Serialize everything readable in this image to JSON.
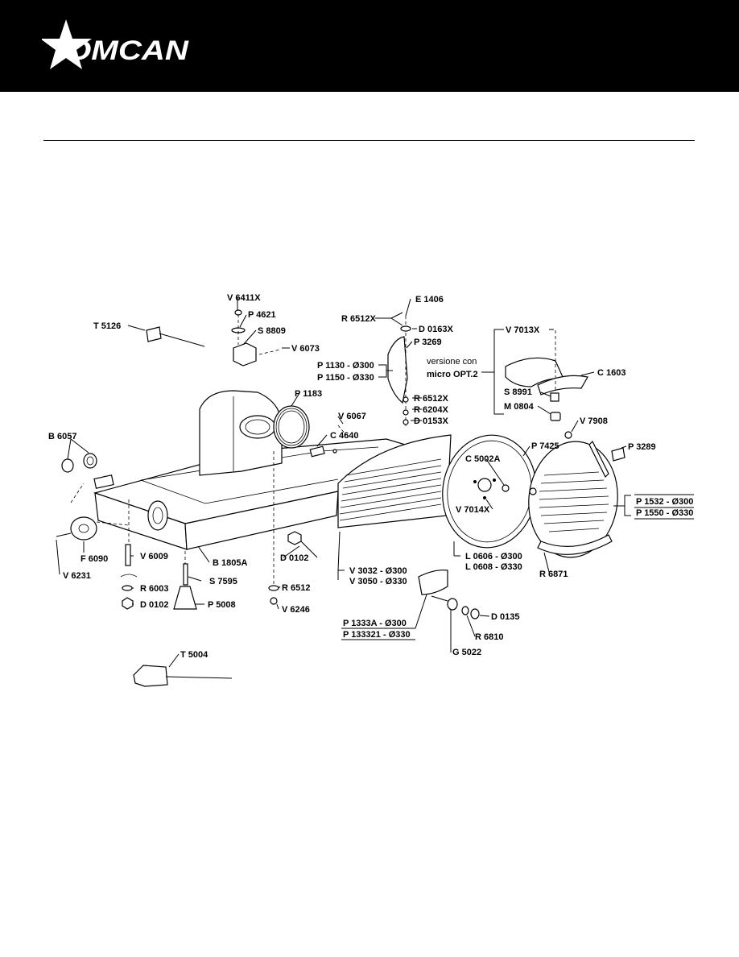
{
  "brand": {
    "name": "OMCAN",
    "header_color": "#000000",
    "logo_color": "#ffffff"
  },
  "diagram": {
    "labels": {
      "t5126": "T 5126",
      "v6411x": "V 6411X",
      "p4621": "P 4621",
      "s8809": "S 8809",
      "v6073": "V 6073",
      "e1406": "E 1406",
      "r6512x_top": "R 6512X",
      "d0163x": "D 0163X",
      "p3269_top": "P 3269",
      "p1130": "P 1130",
      "p1150": "P 1150",
      "r6512x_mid": "R 6512X",
      "r6204x": "R 6204X",
      "d0153x": "D 0153X",
      "versione_1": "versione con",
      "versione_2a": "micro",
      "versione_2b": "OPT.2",
      "v7013x": "V 7013X",
      "c1603": "C 1603",
      "s8991": "S 8991",
      "m0804": "M 0804",
      "p1183": "P 1183",
      "v6067": "V 6067",
      "c4640": "C 4640",
      "b6057": "B 6057",
      "v7908": "V 7908",
      "p3289": "P 3289",
      "p7425": "P 7425",
      "c5002a": "C 5002A",
      "v7014x": "V 7014X",
      "p1532": "P 1532",
      "p1550": "P 1550",
      "f6090": "F 6090",
      "v6231": "V 6231",
      "v6009": "V 6009",
      "b1805a": "B 1805A",
      "s7595": "S 7595",
      "r6003": "R 6003",
      "d0102_left": "D 0102",
      "p5008": "P 5008",
      "d0102_mid": "D 0102",
      "r6512": "R 6512",
      "v6246": "V 6246",
      "v3032": "V 3032",
      "v3050": "V 3050",
      "l0606": "L 0606",
      "l0608": "L 0608",
      "r6871": "R 6871",
      "p1333a": "P 1333A",
      "p133321": "P 133321",
      "d0135": "D 0135",
      "r6810": "R 6810",
      "g5022": "G 5022",
      "t5004": "T 5004"
    },
    "sizes": {
      "d300": "Ø300",
      "d330": "Ø330",
      "sep": "-"
    }
  }
}
